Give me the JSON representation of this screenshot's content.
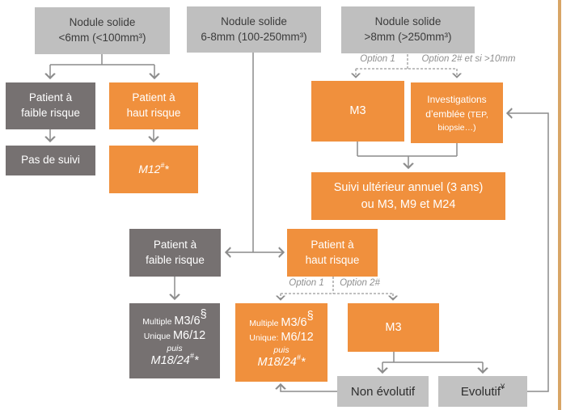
{
  "colors": {
    "orange": "#f0903d",
    "dark_gray": "#767171",
    "light_gray": "#bfbfbf",
    "result_gray": "#c2c2c2",
    "line_gray": "#8c8c8c",
    "label_gray": "#8f8f8f",
    "border_tan": "#d8a566"
  },
  "nodes": {
    "nodule_small": {
      "line1": "Nodule solide",
      "line2": "<6mm (<100mm³)"
    },
    "nodule_medium": {
      "line1": "Nodule solide",
      "line2": "6-8mm (100-250mm³)"
    },
    "nodule_large": {
      "line1": "Nodule solide",
      "line2": ">8mm (>250mm³)"
    },
    "patient_faible_1": {
      "line1": "Patient à",
      "line2": "faible risque"
    },
    "patient_haut_1": {
      "line1": "Patient à",
      "line2": "haut risque"
    },
    "pas_de_suivi": {
      "label": "Pas de suivi"
    },
    "m12": {
      "main": "M12",
      "sup": "#",
      "tail": "*"
    },
    "m3_top": {
      "label": "M3"
    },
    "investigations": {
      "line1": "Investigations",
      "line2": "d’emblée ",
      "line2_small": "(TEP,",
      "line3_small": "biopsie…)"
    },
    "suivi_annuel": {
      "line1": "Suivi ultérieur annuel (3 ans)",
      "line2": "ou M3, M9 et M24"
    },
    "patient_faible_2": {
      "line1": "Patient à",
      "line2": "faible risque"
    },
    "patient_haut_2": {
      "line1": "Patient à",
      "line2": "haut risque"
    },
    "mult_gray": {
      "small1": "Multiple ",
      "big1": "M3/6",
      "sup1": "§",
      "small2": "Unique ",
      "big2": "M6/12",
      "puis": "puis",
      "big3": "M18/24",
      "sup3": "#",
      "tail3": "*"
    },
    "mult_orange": {
      "small1": "Multiple ",
      "big1": "M3/6",
      "sup1": "§",
      "small2": "Unique: ",
      "big2": "M6/12",
      "puis": "puis",
      "big3": "M18/24",
      "sup3": "#",
      "tail3": "*"
    },
    "m3_bottom": {
      "label": "M3"
    },
    "non_evolutif": {
      "label": "Non évolutif"
    },
    "evolutif": {
      "main": "Evolutif",
      "sup": "¥"
    }
  },
  "labels": {
    "option1_top": "Option 1",
    "option2_top": "Option 2# et si >10mm",
    "option1_mid": "Option 1",
    "option2_mid": "Option 2#"
  }
}
